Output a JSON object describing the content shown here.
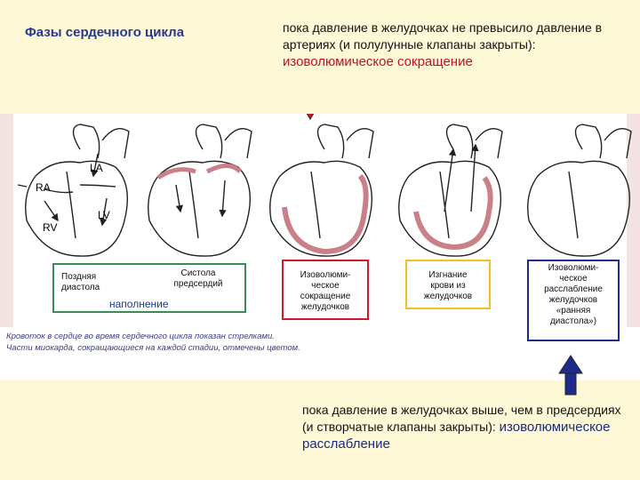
{
  "title": "Фазы сердечного цикла",
  "top_note": {
    "text": "пока давление в желудочках не превысило давление в артериях (и полулунные клапаны закрыты):",
    "highlight": "изоволюмическое сокращение"
  },
  "heart_labels": {
    "la": "LA",
    "ra": "RA",
    "lv": "LV",
    "rv": "RV"
  },
  "phases": {
    "late_diastole": [
      "Поздняя",
      "диастола"
    ],
    "atrial_systole": [
      "Систола",
      "предсердий"
    ],
    "filling": "наполнение",
    "iso_contraction": [
      "Изоволюми-",
      "ческое",
      "сокращение",
      "желудочков"
    ],
    "ejection": [
      "Изгнание",
      "крови из",
      "желудочков"
    ],
    "iso_relaxation": [
      "Изоволюми-",
      "ческое",
      "расслабление",
      "желудочков",
      "«ранняя",
      "диастола»)"
    ]
  },
  "caption": [
    "Кровоток в сердце во время сердечного цикла показан стрелками.",
    "Части миокарда, сокращающиеся на каждой стадии, отмечены цветом."
  ],
  "bottom_note": {
    "text": "пока давление в желудочках выше, чем в предсердиях (и створчатые клапаны закрыты):",
    "highlight": "изоволюмическое расслабление"
  },
  "colors": {
    "title": "#253a8c",
    "red_arrow": "#d0182a",
    "blue_arrow": "#1d2c8a",
    "myocardium": "#c98088",
    "box_filling": "#3b8a5a",
    "box_eject": "#f2c020"
  }
}
